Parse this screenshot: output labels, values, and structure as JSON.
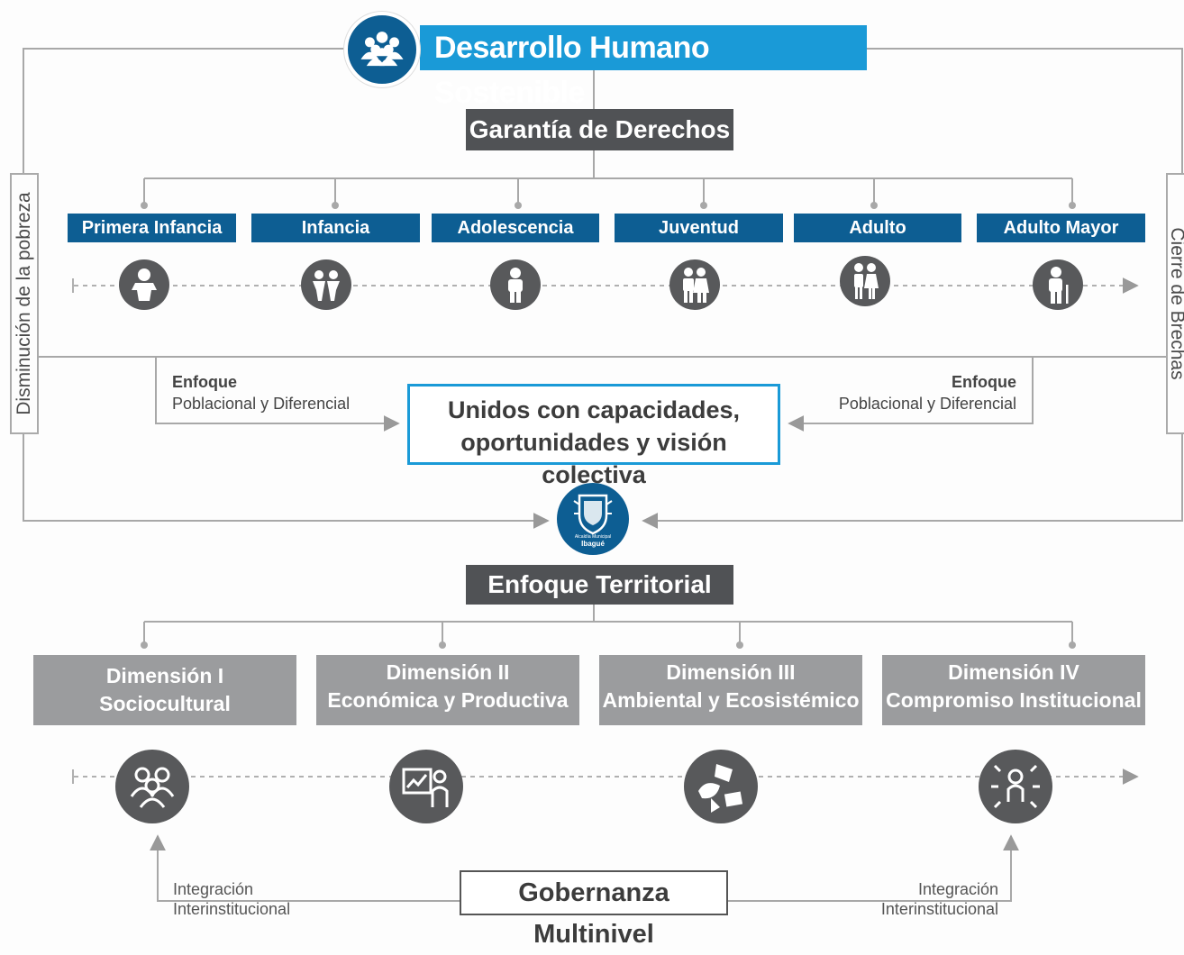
{
  "title": "Desarrollo Humano Sostenible",
  "garantia": "Garantía de Derechos",
  "side_left": "Disminución de la pobreza",
  "side_right": "Cierre de Brechas",
  "life_stages": [
    {
      "label": "Primera Infancia",
      "icon": "baby-icon"
    },
    {
      "label": "Infancia",
      "icon": "children-icon"
    },
    {
      "label": "Adolescencia",
      "icon": "teen-icon"
    },
    {
      "label": "Juventud",
      "icon": "youth-couple-icon"
    },
    {
      "label": "Adulto",
      "icon": "adult-couple-icon"
    },
    {
      "label": "Adulto Mayor",
      "icon": "elder-with-cane-icon"
    }
  ],
  "enfoque_left": {
    "title": "Enfoque",
    "text": "Poblacional y  Diferencial"
  },
  "enfoque_right": {
    "title": "Enfoque",
    "text": "Poblacional y Diferencial"
  },
  "center_text": {
    "line1": "Unidos con capacidades,",
    "line2": "oportunidades y visión colectiva"
  },
  "seal": {
    "line1": "Alcaldía Municipal",
    "line2": "Ibagué"
  },
  "territorial": "Enfoque Territorial",
  "dimensions": [
    {
      "line1": "Dimensión I",
      "line2": "Sociocultural",
      "icon": "people-group-icon"
    },
    {
      "line1": "Dimensión II",
      "line2": "Económica y Productiva",
      "icon": "presentation-chart-icon"
    },
    {
      "line1": "Dimensión III",
      "line2": "Ambiental y Ecosistémico",
      "icon": "recycle-icon"
    },
    {
      "line1": "Dimensión IV",
      "line2": "Compromiso Institucional",
      "icon": "network-person-icon"
    }
  ],
  "gobernanza": "Gobernanza Multinivel",
  "integ_left": {
    "line1": "Integración",
    "line2": "Interinstitucional"
  },
  "integ_right": {
    "line1": "Integración",
    "line2": "Interinstitucional"
  },
  "colors": {
    "blue_light": "#1a9ad7",
    "blue_dark": "#0d5e93",
    "dark_grey": "#505255",
    "mid_grey": "#9b9c9e"
  }
}
